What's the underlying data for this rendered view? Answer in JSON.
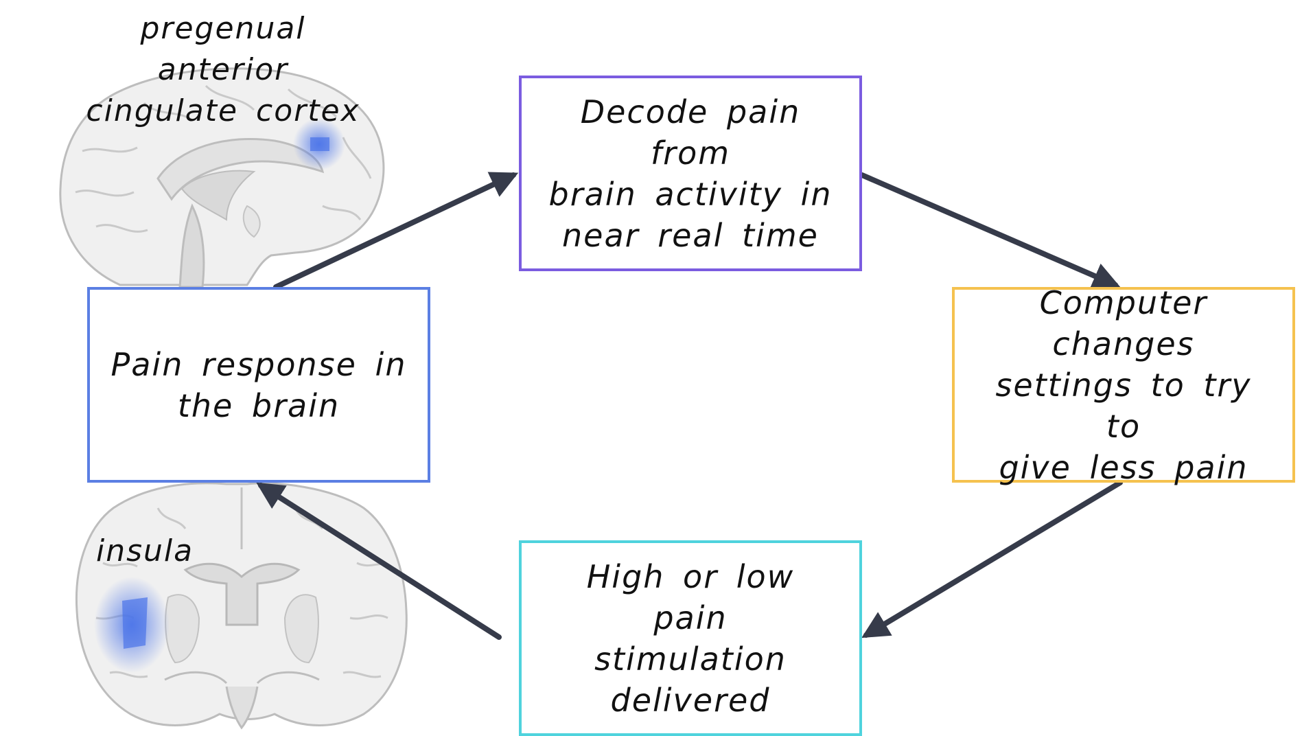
{
  "boxes": {
    "pain_response": {
      "text": "Pain response in\nthe brain",
      "color": "#5b7fe3"
    },
    "decode": {
      "text": "Decode pain from\nbrain activity in\nnear real time",
      "color": "#7b5ce0"
    },
    "computer": {
      "text": "Computer changes\nsettings to try to\ngive less pain",
      "color": "#f5c24f"
    },
    "stimulation": {
      "text": "High or low pain\nstimulation\ndelivered",
      "color": "#4fd3dd"
    }
  },
  "labels": {
    "pgacc": "pregenual anterior\ncingulate cortex",
    "insula": "insula"
  },
  "colors": {
    "arrow": "#363b4a",
    "brain_fill": "#f0f0f0",
    "brain_stroke": "#bdbdbd",
    "highlight": "#4a73e8"
  },
  "icons": {
    "sagittal_brain": "brain-sagittal-icon",
    "coronal_brain": "brain-coronal-icon"
  }
}
